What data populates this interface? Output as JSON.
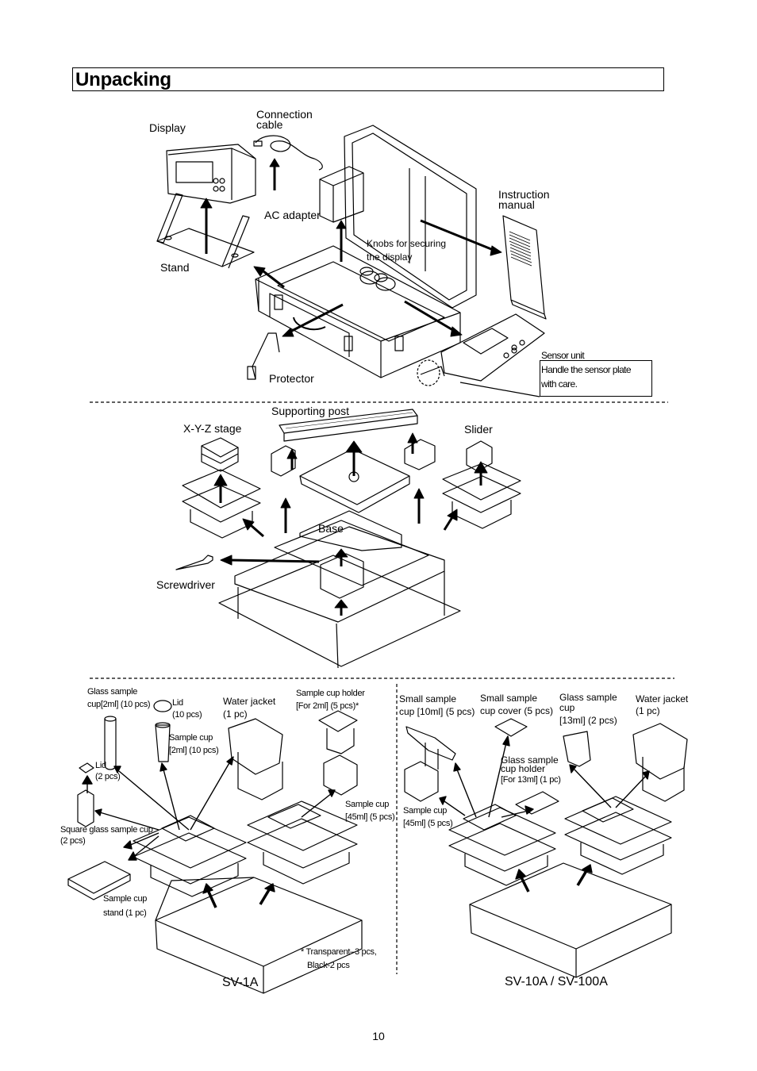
{
  "page": {
    "title": "Unpacking",
    "page_number": "10"
  },
  "section_case": {
    "display": "Display",
    "connection_cable_line1": "Connection",
    "connection_cable_line2": "cable",
    "ac_adapter": "AC adapter",
    "instruction_manual_line1": "Instruction",
    "instruction_manual_line2": "manual",
    "knobs_line1": "Knobs for securing",
    "knobs_line2": "the display",
    "stand": "Stand",
    "protector": "Protector",
    "sensor_unit": "Sensor unit",
    "sensor_note_line1": "Handle the sensor plate",
    "sensor_note_line2": "with care."
  },
  "section_base": {
    "supporting_post": "Supporting post",
    "xyz_stage": "X-Y-Z stage",
    "slider": "Slider",
    "base": "Base",
    "screwdriver": "Screwdriver"
  },
  "section_sv1a": {
    "glass_cup_line1": "Glass sample",
    "glass_cup_line2": "cup[2ml] (10 pcs)",
    "lid10_line1": "Lid",
    "lid10_line2": "(10 pcs)",
    "water_jacket_line1": "Water jacket",
    "water_jacket_line2": "(1 pc)",
    "holder_line1": "Sample cup holder",
    "holder_line2": "[For 2ml] (5 pcs)*",
    "sample_cup_2ml_line1": "Sample cup",
    "sample_cup_2ml_line2": "[2ml] (10 pcs)",
    "lid2_line1": "Lid",
    "lid2_line2": "(2 pcs)",
    "square_glass_line1": "Square glass sample cup",
    "square_glass_line2": "(2 pcs)",
    "sample_cup_45_line1": "Sample cup",
    "sample_cup_45_line2": "[45ml] (5 pcs)",
    "cup_stand_line1": "Sample cup",
    "cup_stand_line2": "stand (1 pc)",
    "footnote_line1": "* Transparent–3 pcs,",
    "footnote_line2": "Black-2 pcs",
    "model": "SV-1A"
  },
  "section_sv10a": {
    "small_cup_line1": "Small sample",
    "small_cup_line2": "cup [10ml] (5 pcs)",
    "small_cover_line1": "Small sample",
    "small_cover_line2": "cup cover (5 pcs)",
    "glass_cup_line1": "Glass sample",
    "glass_cup_line2": "cup",
    "glass_cup_line3": "[13ml] (2 pcs)",
    "water_jacket_line1": "Water jacket",
    "water_jacket_line2": "(1 pc)",
    "holder_line1": "Glass sample",
    "holder_line2": "cup holder",
    "holder_line3": "[For 13ml] (1 pc)",
    "sample_cup_45_line1": "Sample cup",
    "sample_cup_45_line2": "[45ml] (5 pcs)",
    "model": "SV-10A / SV-100A"
  }
}
